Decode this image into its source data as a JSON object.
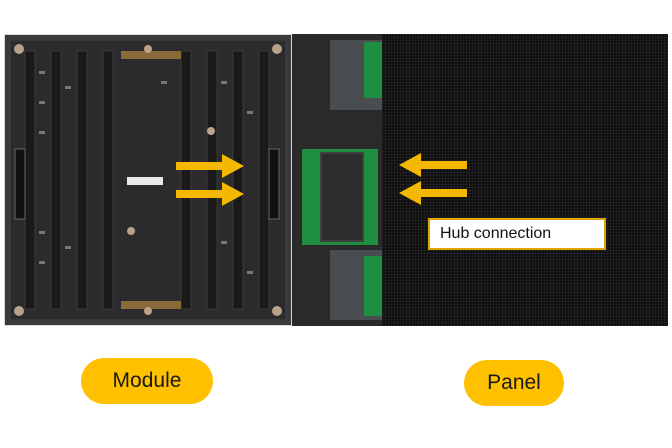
{
  "labels": {
    "callout": "Hub connection",
    "module": "Module",
    "panel": "Panel"
  },
  "colors": {
    "arrow": "#f5b800",
    "pill": "#ffc000",
    "callout_border": "#e0a400",
    "pcb": "#2b2b2d",
    "panel": "#0f0f10",
    "hub_board": "#1f8f3f"
  },
  "icons": [
    "arrow-right-icon",
    "arrow-left-icon"
  ]
}
